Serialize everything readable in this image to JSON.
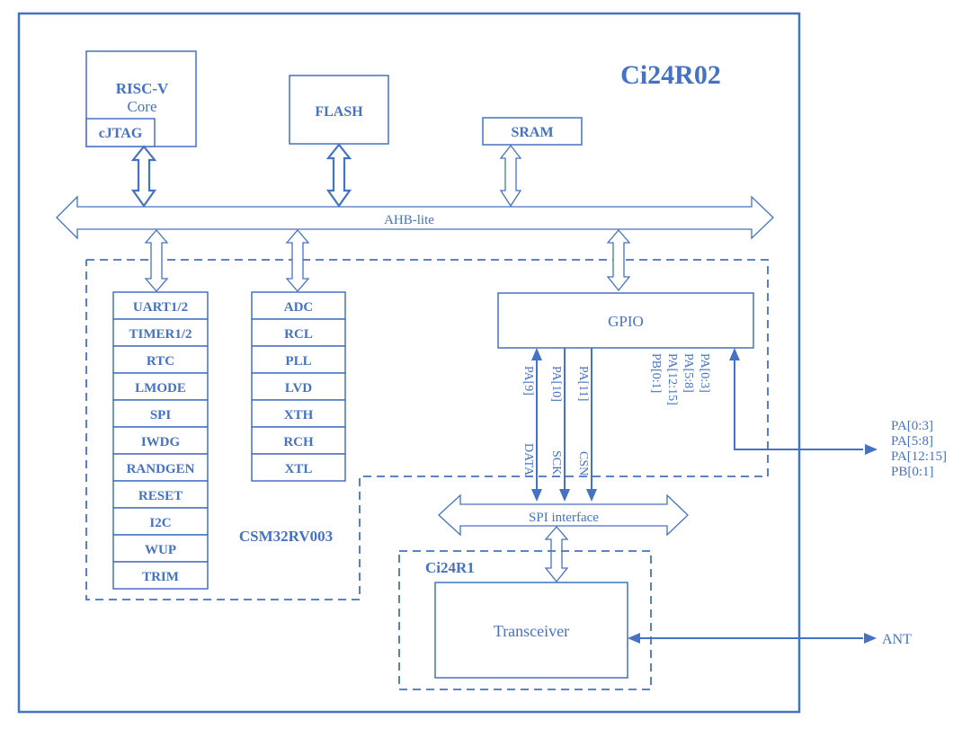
{
  "chip": {
    "title": "Ci24R02",
    "mcu_label": "CSM32RV003",
    "rf_label": "Ci24R1"
  },
  "blocks": {
    "core_line1": "RISC-V",
    "core_line2": "Core",
    "cjtag": "cJTAG",
    "flash": "FLASH",
    "sram": "SRAM",
    "gpio": "GPIO",
    "transceiver": "Transceiver"
  },
  "buses": {
    "ahb": "AHB-lite",
    "spi": "SPI interface"
  },
  "peripherals_left": [
    "UART1/2",
    "TIMER1/2",
    "RTC",
    "LMODE",
    "SPI",
    "IWDG",
    "RANDGEN",
    "RESET",
    "I2C",
    "WUP",
    "TRIM"
  ],
  "peripherals_right": [
    "ADC",
    "RCL",
    "PLL",
    "LVD",
    "XTH",
    "RCH",
    "XTL"
  ],
  "spi_signals": [
    {
      "pin": "PA[9]",
      "name": "DATA"
    },
    {
      "pin": "PA[10]",
      "name": "SCK"
    },
    {
      "pin": "PA[11]",
      "name": "CSN"
    }
  ],
  "gpio_pins_vertical": [
    "PA[0:3]",
    "PA[5:8]",
    "PA[12:15]",
    "PB[0:1]"
  ],
  "gpio_pins_external": [
    "PA[0:3]",
    "PA[5:8]",
    "PA[12:15]",
    "PB[0:1]"
  ],
  "antenna": "ANT",
  "colors": {
    "primary": "#4472c4"
  }
}
